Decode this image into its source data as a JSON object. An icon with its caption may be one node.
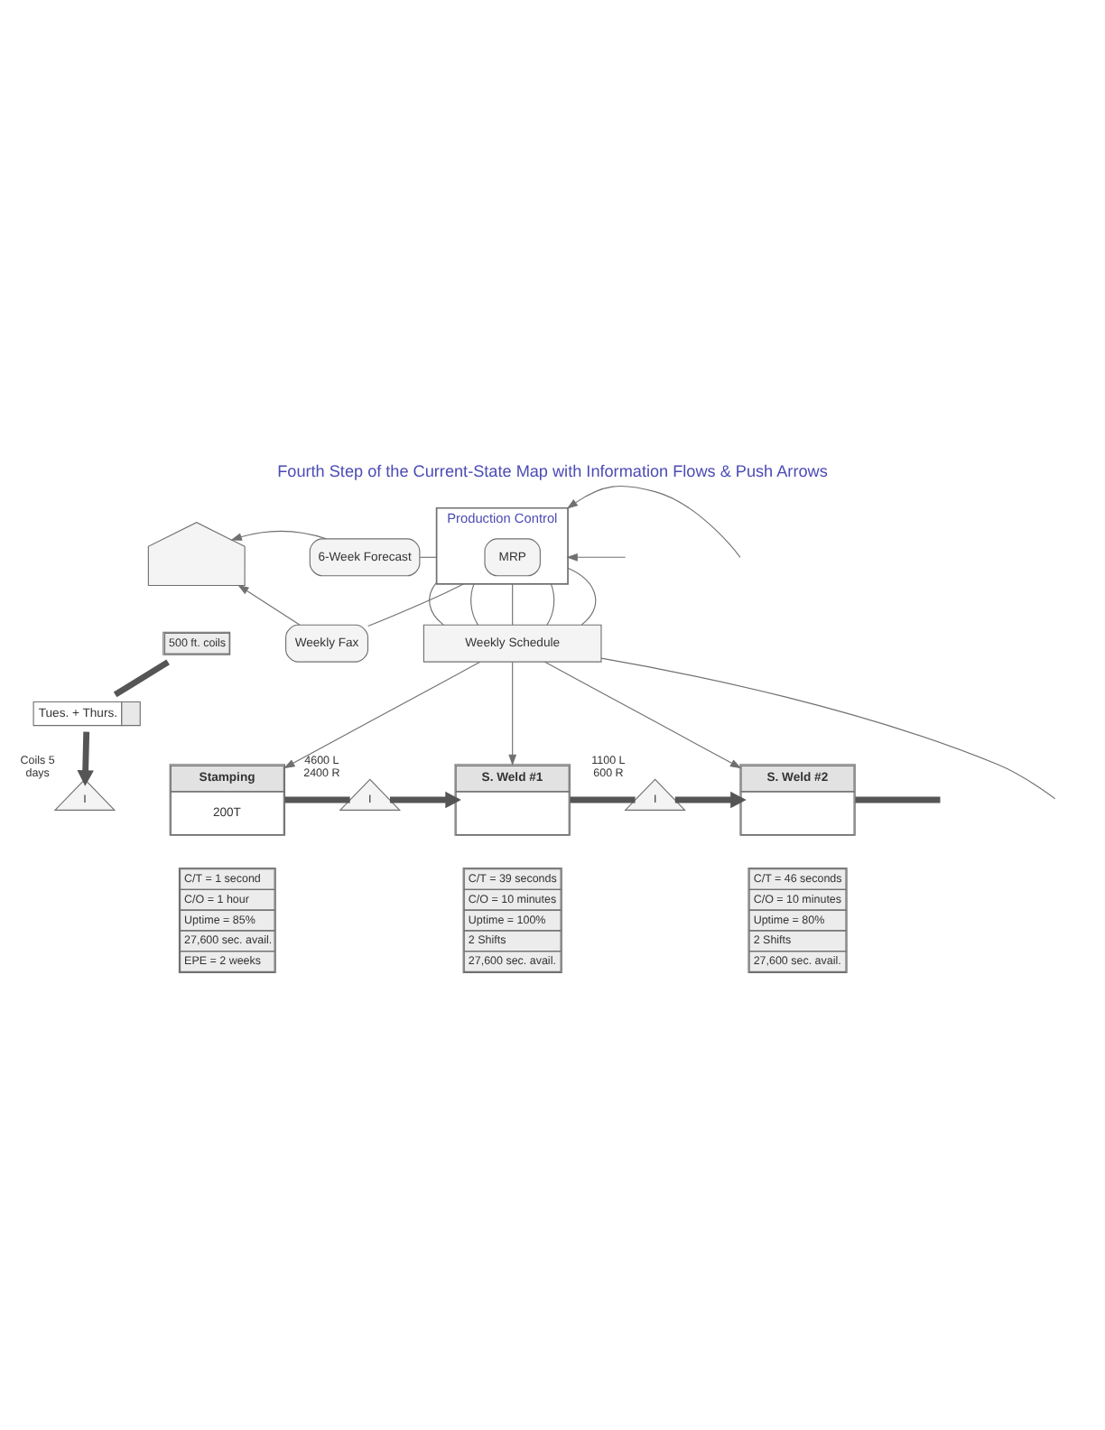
{
  "diagram": {
    "title": "Fourth Step of the Current-State Map with Information Flows & Push Arrows",
    "nodes": [
      {
        "text": [],
        "shape": "factory"
      },
      {
        "text": [
          "6-Week Forecast"
        ]
      },
      {
        "text": [
          "Production Control"
        ]
      },
      {
        "text": [
          "Weekly Fax"
        ]
      },
      {
        "text": [
          "MRP"
        ],
        "in": 2
      },
      {
        "text": [
          "500 ft. coils"
        ]
      },
      {
        "text": [
          "Weekly Schedule"
        ]
      },
      {
        "text": [
          "Tues. + Thurs."
        ]
      },
      {
        "text": [
          "I"
        ],
        "beside": [
          "Coils 5 days"
        ]
      },
      {
        "text": [
          "Stamping",
          "200T"
        ]
      },
      {
        "text": [
          "I"
        ],
        "beside": [
          "4600 L 2400 R"
        ]
      },
      {
        "text": [
          "S. Weld #1"
        ]
      },
      {
        "text": [
          "I"
        ],
        "beside": [
          "1100 L 600 R"
        ]
      },
      {
        "text": [
          "S. Weld #2"
        ]
      },
      {
        "text": [
          "C/T = 1 second",
          "C/O = 1 hour",
          "Uptime = 85%",
          "27,600 sec. avail.",
          "EPE = 2 weeks"
        ]
      },
      {
        "text": [
          "C/T = 39 seconds",
          "C/O = 10 minutes",
          "Uptime = 100%",
          "2 Shifts",
          "27,600 sec. avail."
        ]
      },
      {
        "text": [
          "C/T = 46 seconds",
          "C/O = 10 minutes",
          "Uptime = 80%",
          "2 Shifts",
          "27,600 sec. avail."
        ]
      }
    ],
    "edges": [
      {
        "from": 2,
        "to": 1,
        "arrow": "none"
      },
      {
        "from": 1,
        "to": 0,
        "arrow": "to"
      },
      {
        "from": 2,
        "to": 3,
        "arrow": "none"
      },
      {
        "from": 3,
        "to": 0,
        "arrow": "to"
      },
      {
        "from": null,
        "to": 2,
        "arrow": "to"
      },
      {
        "from": null,
        "to": 2,
        "arrow": "to"
      },
      {
        "from": 2,
        "to": 6,
        "arrow": "none"
      },
      {
        "from": 2,
        "to": 6,
        "arrow": "none"
      },
      {
        "from": 2,
        "to": 6,
        "arrow": "none"
      },
      {
        "from": 2,
        "to": 6,
        "arrow": "none"
      },
      {
        "from": 2,
        "to": 6,
        "arrow": "none"
      },
      {
        "from": 6,
        "to": 9,
        "arrow": "to"
      },
      {
        "from": 6,
        "to": 11,
        "arrow": "to"
      },
      {
        "from": 6,
        "to": 13,
        "arrow": "to"
      },
      {
        "from": 6,
        "to": null,
        "arrow": "none"
      },
      {
        "from": 5,
        "to": 7,
        "arrow": "none",
        "style": "thick"
      },
      {
        "from": 7,
        "to": 8,
        "arrow": "to",
        "style": "thick"
      },
      {
        "from": 9,
        "to": 10,
        "arrow": "none",
        "style": "thick"
      },
      {
        "from": 10,
        "to": 11,
        "arrow": "to",
        "style": "thick"
      },
      {
        "from": 11,
        "to": 12,
        "arrow": "none",
        "style": "thick"
      },
      {
        "from": 12,
        "to": 13,
        "arrow": "to",
        "style": "thick"
      },
      {
        "from": 13,
        "to": null,
        "arrow": "none",
        "style": "thick"
      }
    ]
  }
}
